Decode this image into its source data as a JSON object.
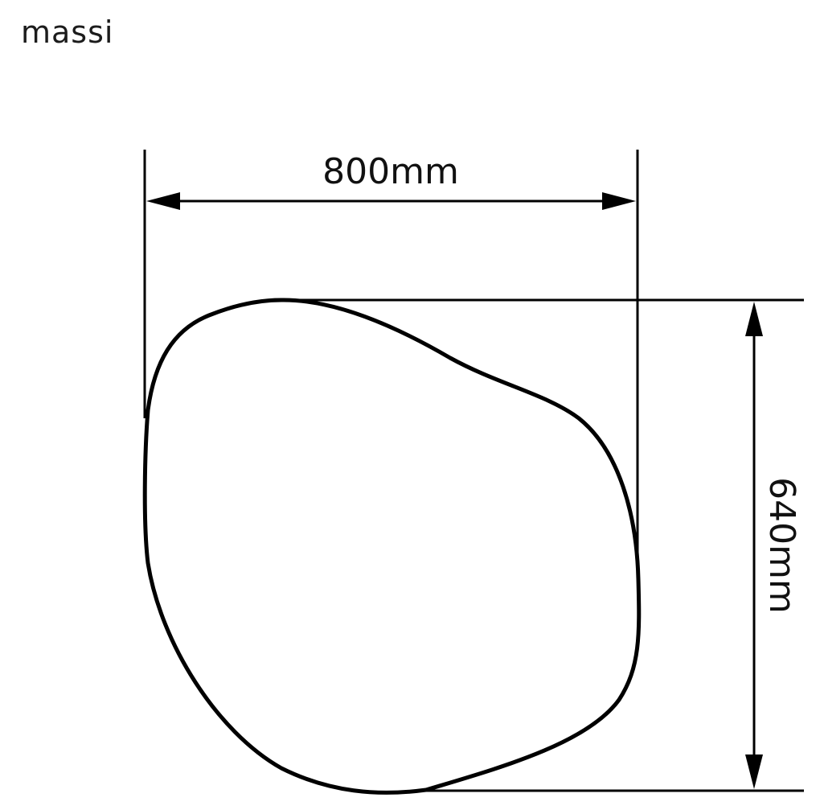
{
  "brand": {
    "logo_text": "massi"
  },
  "drawing": {
    "width_label": "800mm",
    "height_label": "640mm",
    "line_color": "#000000",
    "background": "#ffffff"
  }
}
